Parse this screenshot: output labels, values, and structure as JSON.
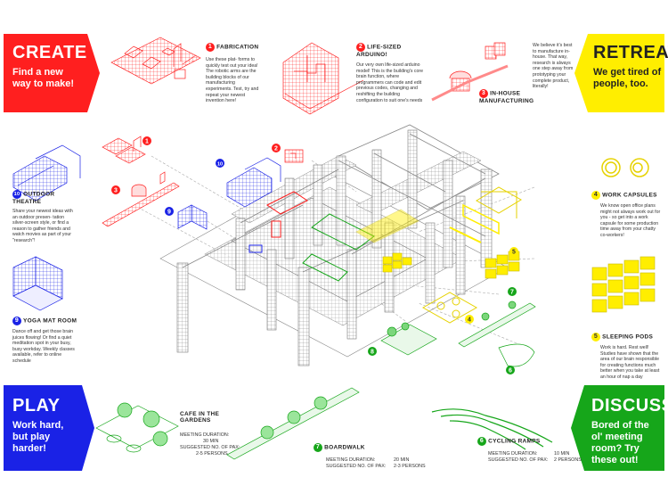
{
  "colors": {
    "red": "#ff1f1f",
    "yellow": "#ffee00",
    "blue": "#1a22e6",
    "green": "#16a61a",
    "grey": "#777777",
    "grid": "#bdbdbd"
  },
  "banners": {
    "create": {
      "title": "CREATE",
      "subtitle": "Find a new way to make!"
    },
    "retreat": {
      "title": "RETREAT",
      "subtitle": "We get tired of people, too."
    },
    "play": {
      "title": "PLAY",
      "subtitle": "Work hard, but play harder!"
    },
    "discuss": {
      "title": "DISCUSS",
      "subtitle": "Bored of the ol' meeting room? Try these out!"
    }
  },
  "sections": {
    "fabrication": {
      "num": "1",
      "title": "FABRICATION",
      "body": "Use these plat- forms to quickly test out your idea! The robotic arms are the building blocks of our manufacturing experiments. Test, try and repeat your newest invention here!"
    },
    "arduino": {
      "num": "2",
      "title": "LIFE-SIZED ARDUINO!",
      "body": "Our very own life-sized arduino model! This is the building's core brain function, where programmers can code and edit previous codes, changing and reshifting the building configuration to suit one's needs"
    },
    "inhouse": {
      "num": "3",
      "title": "IN-HOUSE MANUFACTURING",
      "body": "We believe it's best to manufacture in-house. That way, research is always one step away from prototyping your complete product, literally!"
    },
    "capsules": {
      "num": "4",
      "title": "WORK CAPSULES",
      "body": "We know open office plans might not always work out for you - so get into a work capsule for some production time away from your chatty co-workers!"
    },
    "pods": {
      "num": "5",
      "title": "SLEEPING PODS",
      "body": "Work is hard. Rest well! Studies have shown that the area of our brain responsible for creating functions much better when you take at least an hour of nap a day"
    },
    "theatre": {
      "num": "10",
      "title": "OUTDOOR THEATRE",
      "body": "Share your newest ideas with an outdoor presen- tation silver-screen style, or find a reason to gather friends and watch movies as part of your \"research\"!"
    },
    "yoga": {
      "num": "9",
      "title": "YOGA MAT ROOM",
      "body": "Dance off and get those brain juices flowing! Or find a quiet meditation spot in your busy, busy workday. Weekly classes available, refer to online schedule"
    },
    "cafe": {
      "title": "CAFE IN THE GARDENS",
      "dur_label": "MEETING DURATION:",
      "dur": "30 MIN",
      "pax_label": "SUGGESTED NO. OF PAX:",
      "pax": "2-5 PERSONS"
    },
    "boardwalk": {
      "num": "7",
      "title": "BOARDWALK",
      "dur_label": "MEETING DURATION:",
      "dur": "20 MIN",
      "pax_label": "SUGGESTED NO. OF PAX:",
      "pax": "2-3 PERSONS"
    },
    "ramps": {
      "num": "6",
      "title": "CYCLING RAMPS",
      "dur_label": "MEETING DURATION:",
      "dur": "10 MIN",
      "pax_label": "SUGGESTED NO. OF PAX:",
      "pax": "2 PERSONS"
    }
  },
  "callouts": {
    "c1": "1",
    "c2": "2",
    "c3": "3",
    "c4": "4",
    "c5": "5",
    "c6": "6",
    "c7": "7",
    "c8": "8",
    "c9": "9",
    "c10": "10"
  }
}
